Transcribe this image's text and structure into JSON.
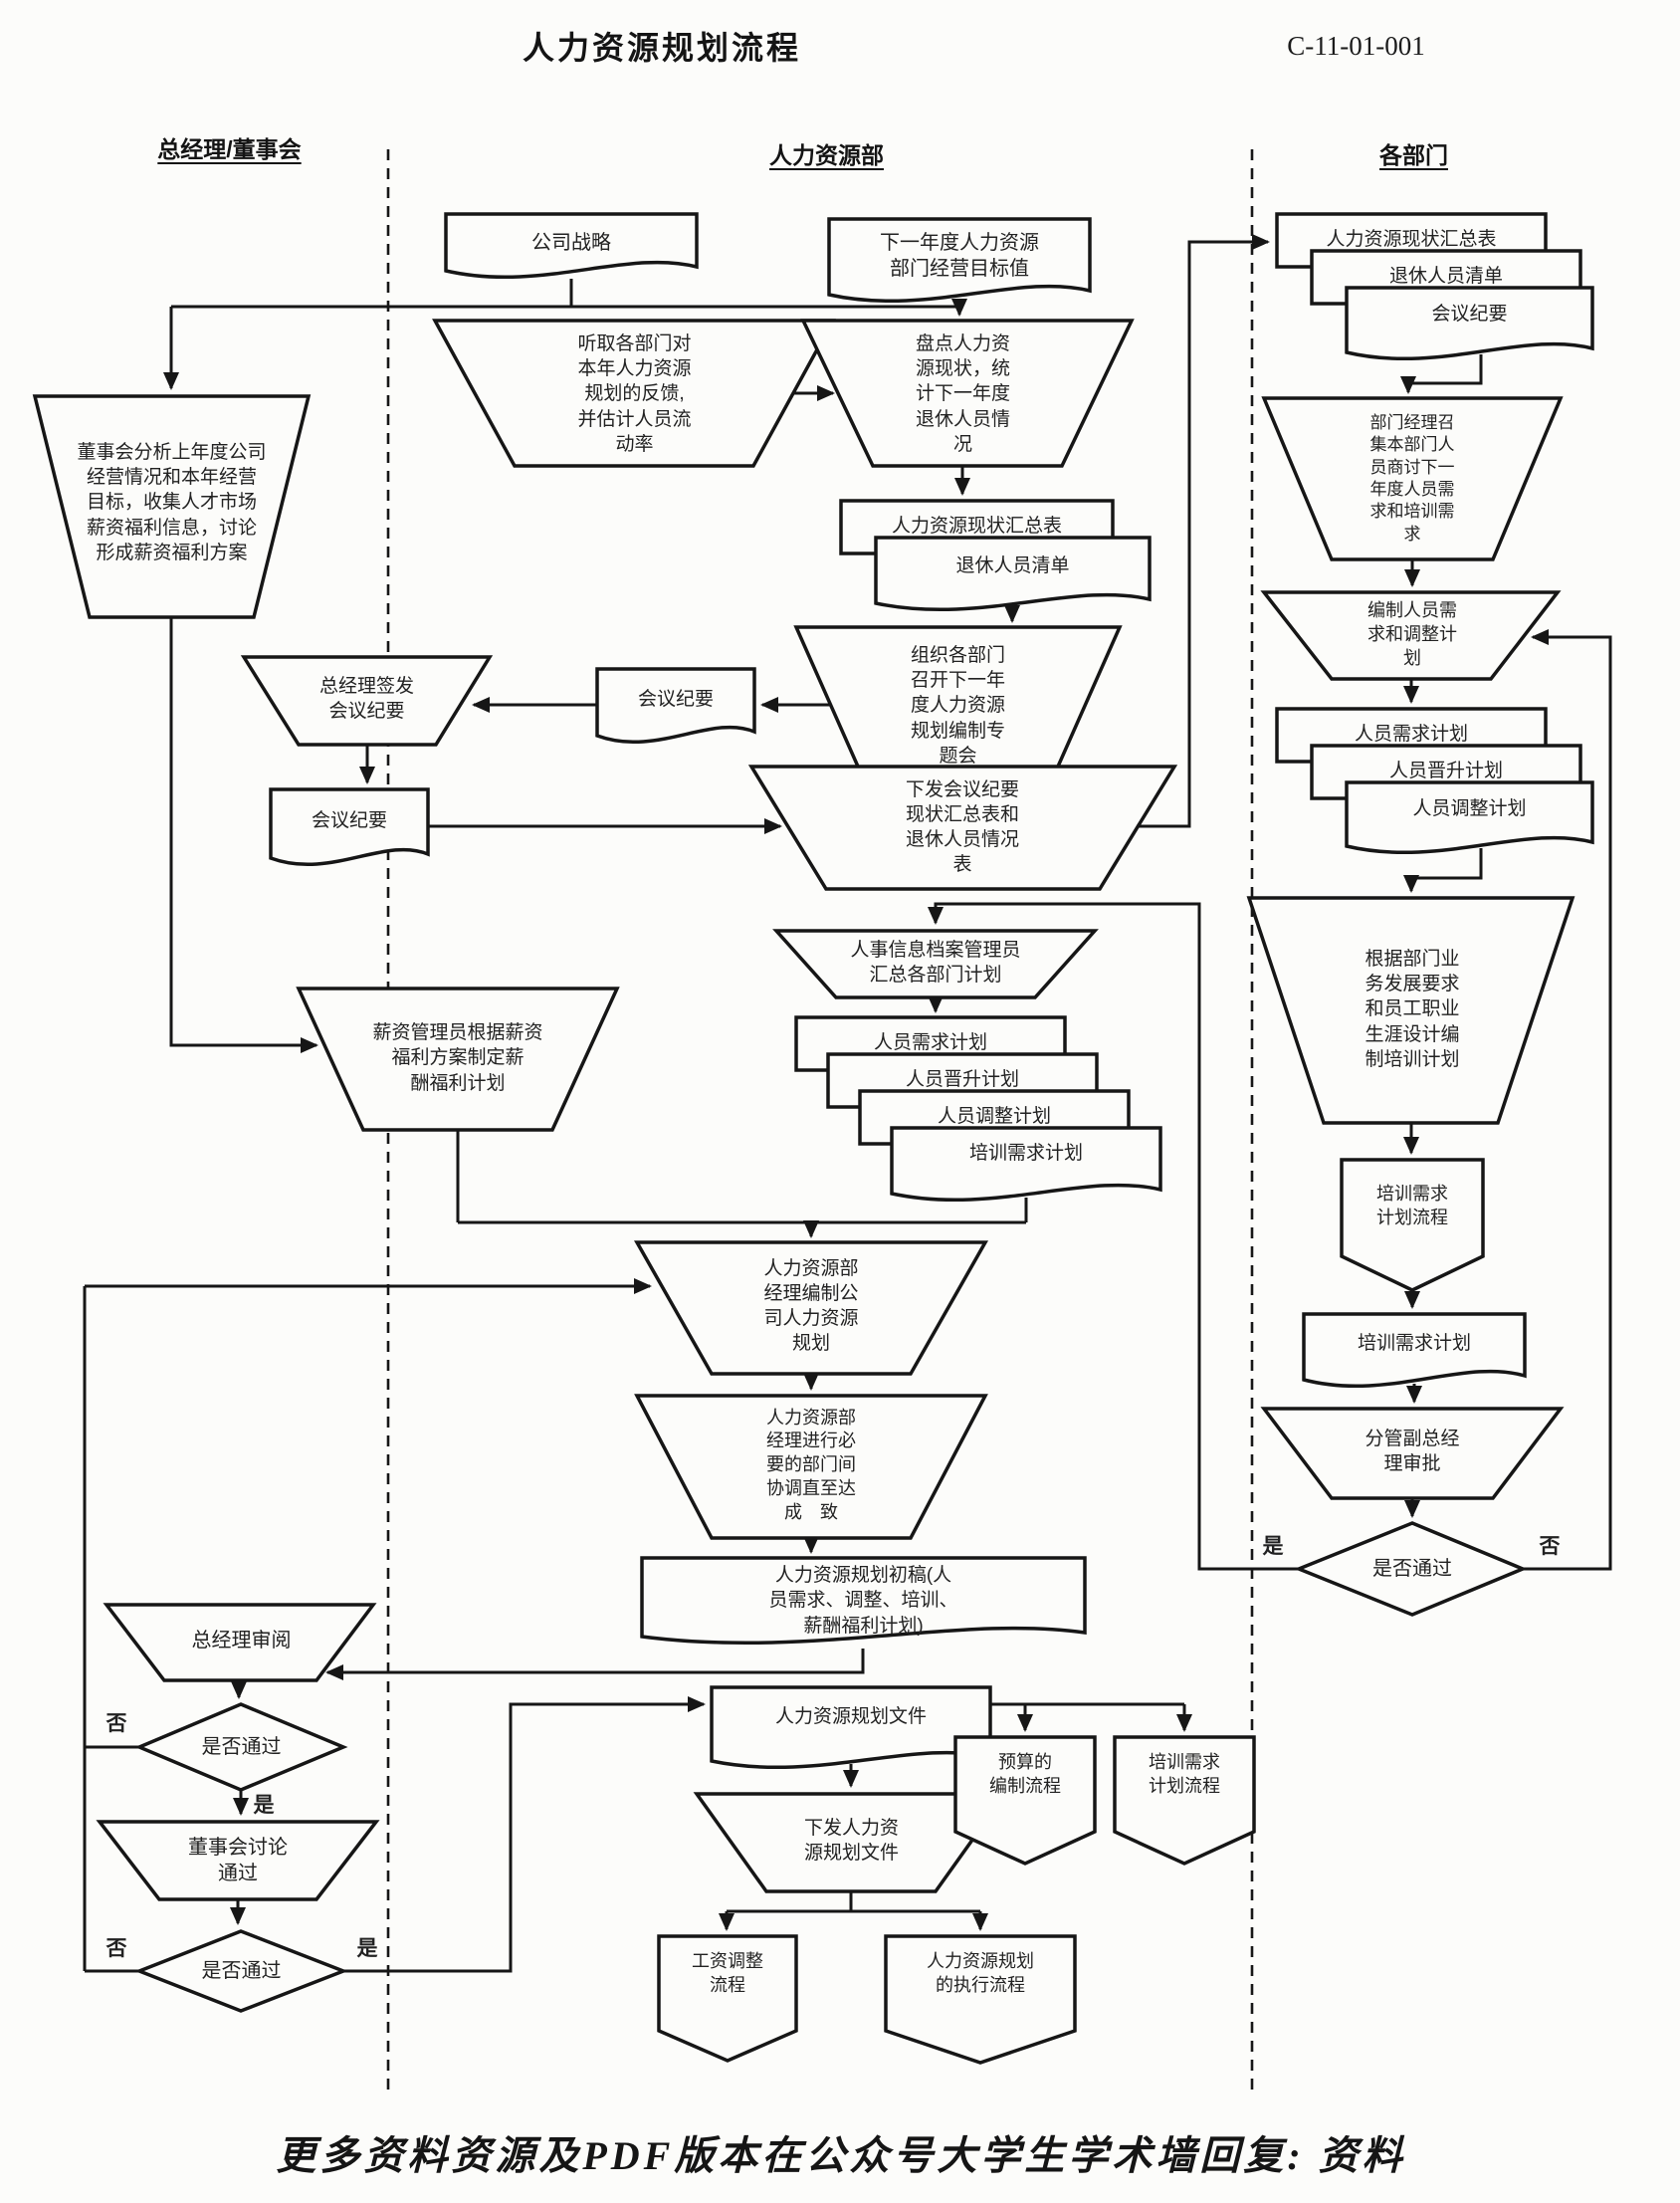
{
  "title": "人力资源规划流程",
  "code": "C-11-01-001",
  "lanes": {
    "left": "总经理/董事会",
    "middle": "人力资源部",
    "right": "各部门"
  },
  "decision_labels": {
    "yes": "是",
    "no": "否"
  },
  "footer": "更多资料资源及PDF版本在公众号大学生学术墙回复: 资料",
  "nodes": {
    "company_strategy": "公司战略",
    "next_year_target": "下一年度人力资源\n部门经营目标值",
    "board_analysis": "董事会分析上年度公司\n经营情况和本年经营\n目标，收集人才市场\n薪资福利信息，讨论\n形成薪资福利方案",
    "listen_feedback": "听取各部门对\n本年人力资源\n规划的反馈,\n并估计人员流\n动率",
    "inventory_status": "盘点人力资\n源现状，统\n计下一年度\n退休人员情\n况",
    "hr_status_table_1": "人力资源现状汇总表",
    "retiree_list_1": "退休人员清单",
    "organize_meeting": "组织各部门\n召开下一年\n度人力资源\n规划编制专\n题会",
    "minutes_1": "会议纪要",
    "gm_sign_minutes": "总经理签发\n会议纪要",
    "minutes_2": "会议纪要",
    "distribute_minutes": "下发会议纪要\n现状汇总表和\n退休人员情况\n表",
    "archivist_summarize": "人事信息档案管理员\n汇总各部门计划",
    "salary_admin": "薪资管理员根据薪资\n福利方案制定薪\n酬福利计划",
    "demand_plan_m": "人员需求计划",
    "promotion_plan_m": "人员晋升计划",
    "adjustment_plan_m": "人员调整计划",
    "training_demand_plan_m": "培训需求计划",
    "hr_manager_compile": "人力资源部\n经理编制公\n司人力资源\n规划",
    "hr_manager_coordinate": "人力资源部\n经理进行必\n要的部门间\n协调直至达\n成　致",
    "hr_plan_draft": "人力资源规划初稿(人\n员需求、调整、培训、\n薪酬福利计划)",
    "gm_review": "总经理审阅",
    "pass_1": "是否通过",
    "board_discuss": "董事会讨论\n通过",
    "pass_2": "是否通过",
    "hr_plan_document": "人力资源规划文件",
    "issue_plan_document": "下发人力资\n源规划文件",
    "budget_process": "预算的\n编制流程",
    "training_plan_process_mid": "培训需求\n计划流程",
    "salary_adjust_process": "工资调整\n流程",
    "plan_execution_process": "人力资源规划\n的执行流程",
    "hr_status_table_2": "人力资源现状汇总表",
    "retiree_list_2": "退休人员清单",
    "minutes_3": "会议纪要",
    "dept_manager_discuss": "部门经理召\n集本部门人\n员商讨下一\n年度人员需\n求和培训需\n求",
    "compile_demand_adjust": "编制人员需\n求和调整计\n划",
    "demand_plan_r": "人员需求计划",
    "promotion_plan_r": "人员晋升计划",
    "adjustment_plan_r": "人员调整计划",
    "dept_training_plan": "根据部门业\n务发展要求\n和员工职业\n生涯设计编\n制培训计划",
    "training_plan_process_right": "培训需求\n计划流程",
    "training_demand_doc": "培训需求计划",
    "deputy_gm_approve": "分管副总经\n理审批",
    "pass_3": "是否通过"
  }
}
